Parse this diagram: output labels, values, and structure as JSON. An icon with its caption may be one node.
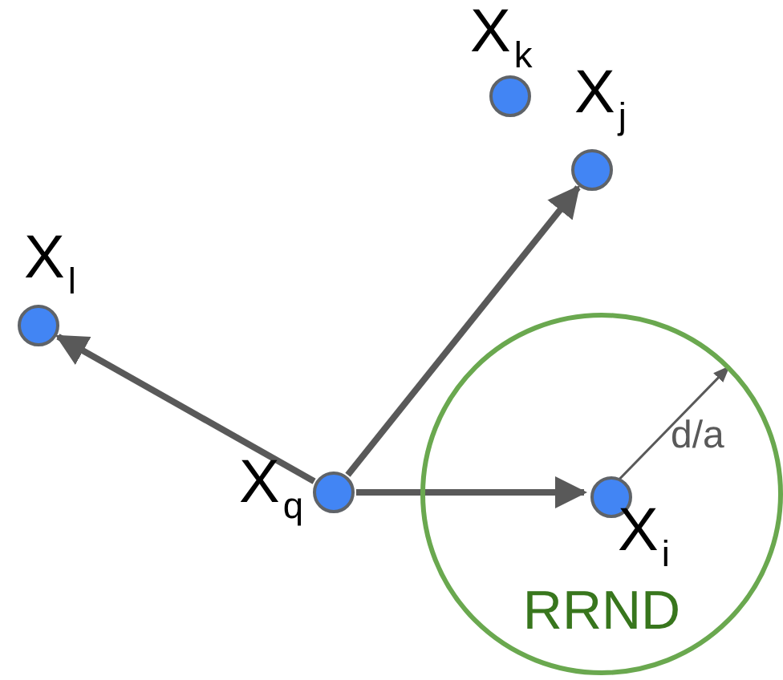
{
  "diagram": {
    "nodes": [
      {
        "text": [],
        "shape": "circle",
        "beside": [
          "X$_{k}$"
        ]
      },
      {
        "text": [],
        "shape": "circle",
        "beside": [
          "X$_{j}$"
        ]
      },
      {
        "text": [],
        "shape": "circle",
        "beside": [
          "X$_{l}$"
        ]
      },
      {
        "text": [
          "RRND"
        ]
      },
      {
        "text": [],
        "shape": "circle",
        "beside": [
          "X$_{q}$"
        ]
      },
      {
        "text": [],
        "shape": "circle",
        "beside": [
          "X$_{i}$"
        ],
        "in": 3
      }
    ],
    "edges": [
      {
        "from": 4,
        "to": 1,
        "arrow": "to"
      },
      {
        "from": 4,
        "to": 2,
        "arrow": "to"
      },
      {
        "from": 4,
        "to": 5,
        "arrow": "to"
      }
    ],
    "labels": [
      "d/a"
    ]
  }
}
